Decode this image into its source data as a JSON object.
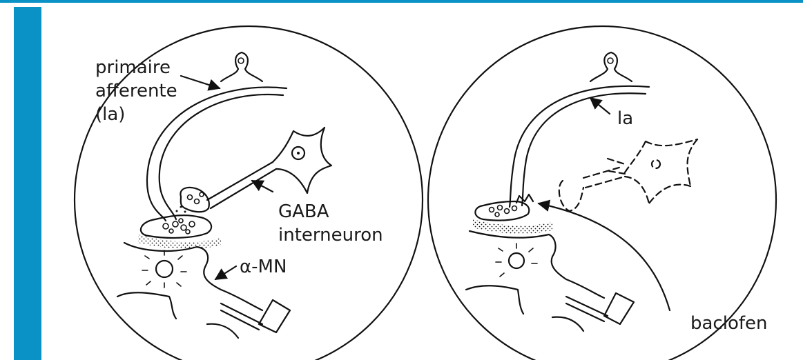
{
  "colors": {
    "accent": "#0a92c6",
    "ink": "#111111",
    "background": "#ffffff"
  },
  "left_panel": {
    "labels": {
      "primary_afferent_line1": "primaire",
      "primary_afferent_line2": "afferente",
      "primary_afferent_line3": "(la)",
      "gaba_line1": "GABA",
      "gaba_line2": "interneuron",
      "motor_neuron": "α-MN"
    }
  },
  "right_panel": {
    "labels": {
      "ia": "la",
      "drug": "baclofen"
    }
  }
}
